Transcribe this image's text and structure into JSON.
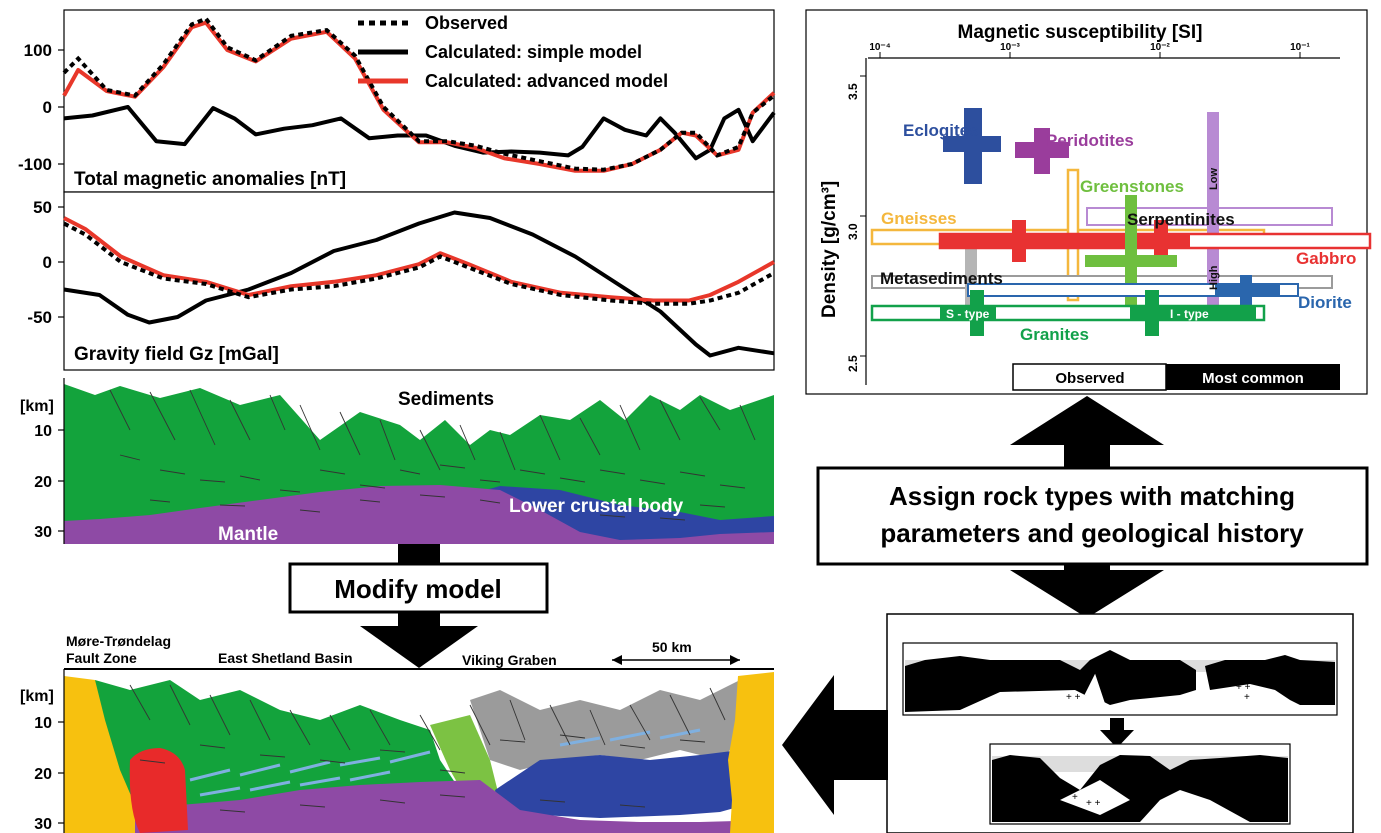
{
  "magnetics": {
    "legend": {
      "observed": "Observed",
      "simple": "Calculated: simple model",
      "advanced": "Calculated: advanced model"
    },
    "title": "Total magnetic anomalies [nT]",
    "ticks": [
      "100",
      "0",
      "-100"
    ],
    "observed": [
      [
        0,
        60
      ],
      [
        2,
        85
      ],
      [
        6,
        30
      ],
      [
        10,
        20
      ],
      [
        14,
        75
      ],
      [
        18,
        145
      ],
      [
        20,
        155
      ],
      [
        23,
        105
      ],
      [
        27,
        82
      ],
      [
        32,
        125
      ],
      [
        37,
        135
      ],
      [
        41,
        90
      ],
      [
        45,
        0
      ],
      [
        50,
        -60
      ],
      [
        54,
        -60
      ],
      [
        58,
        -68
      ],
      [
        62,
        -82
      ],
      [
        67,
        -95
      ],
      [
        72,
        -108
      ],
      [
        76,
        -110
      ],
      [
        80,
        -100
      ],
      [
        84,
        -75
      ],
      [
        87,
        -45
      ],
      [
        89,
        -45
      ],
      [
        92,
        -85
      ],
      [
        95,
        -70
      ],
      [
        97,
        -10
      ],
      [
        100,
        20
      ]
    ],
    "simple": [
      [
        0,
        -20
      ],
      [
        4,
        -15
      ],
      [
        9,
        0
      ],
      [
        13,
        -60
      ],
      [
        17,
        -65
      ],
      [
        21,
        -2
      ],
      [
        24,
        -20
      ],
      [
        27,
        -48
      ],
      [
        31,
        -38
      ],
      [
        35,
        -32
      ],
      [
        39,
        -20
      ],
      [
        43,
        -55
      ],
      [
        47,
        -50
      ],
      [
        51,
        -50
      ],
      [
        55,
        -68
      ],
      [
        59,
        -80
      ],
      [
        63,
        -78
      ],
      [
        67,
        -80
      ],
      [
        71,
        -85
      ],
      [
        73,
        -70
      ],
      [
        76,
        -20
      ],
      [
        79,
        -40
      ],
      [
        82,
        -50
      ],
      [
        84,
        -20
      ],
      [
        86,
        -45
      ],
      [
        89,
        -90
      ],
      [
        91,
        -75
      ],
      [
        93,
        -20
      ],
      [
        95,
        -5
      ],
      [
        97,
        -60
      ],
      [
        100,
        -10
      ]
    ],
    "advanced": [
      [
        0,
        20
      ],
      [
        2,
        65
      ],
      [
        6,
        28
      ],
      [
        10,
        18
      ],
      [
        14,
        70
      ],
      [
        18,
        140
      ],
      [
        20,
        148
      ],
      [
        23,
        100
      ],
      [
        27,
        80
      ],
      [
        32,
        120
      ],
      [
        37,
        132
      ],
      [
        41,
        85
      ],
      [
        45,
        -5
      ],
      [
        50,
        -62
      ],
      [
        54,
        -62
      ],
      [
        58,
        -72
      ],
      [
        62,
        -90
      ],
      [
        67,
        -100
      ],
      [
        72,
        -112
      ],
      [
        76,
        -112
      ],
      [
        80,
        -100
      ],
      [
        84,
        -75
      ],
      [
        87,
        -45
      ],
      [
        89,
        -50
      ],
      [
        92,
        -85
      ],
      [
        95,
        -75
      ],
      [
        97,
        -10
      ],
      [
        100,
        25
      ]
    ]
  },
  "gravity": {
    "title": "Gravity field Gz [mGal]",
    "ticks": [
      "50",
      "0",
      "-50"
    ],
    "observed": [
      [
        0,
        35
      ],
      [
        3,
        25
      ],
      [
        8,
        0
      ],
      [
        14,
        -15
      ],
      [
        20,
        -20
      ],
      [
        26,
        -32
      ],
      [
        32,
        -25
      ],
      [
        38,
        -22
      ],
      [
        44,
        -15
      ],
      [
        50,
        -5
      ],
      [
        53,
        5
      ],
      [
        57,
        -5
      ],
      [
        63,
        -20
      ],
      [
        70,
        -30
      ],
      [
        77,
        -35
      ],
      [
        83,
        -38
      ],
      [
        88,
        -38
      ],
      [
        91,
        -35
      ],
      [
        95,
        -28
      ],
      [
        100,
        -10
      ]
    ],
    "simple": [
      [
        0,
        -25
      ],
      [
        5,
        -30
      ],
      [
        9,
        -48
      ],
      [
        12,
        -55
      ],
      [
        16,
        -50
      ],
      [
        20,
        -35
      ],
      [
        26,
        -25
      ],
      [
        32,
        -10
      ],
      [
        38,
        10
      ],
      [
        44,
        20
      ],
      [
        50,
        35
      ],
      [
        55,
        45
      ],
      [
        60,
        40
      ],
      [
        66,
        25
      ],
      [
        72,
        5
      ],
      [
        78,
        -20
      ],
      [
        84,
        -45
      ],
      [
        89,
        -75
      ],
      [
        91,
        -85
      ],
      [
        95,
        -78
      ],
      [
        100,
        -83
      ]
    ],
    "advanced": [
      [
        0,
        40
      ],
      [
        3,
        30
      ],
      [
        8,
        5
      ],
      [
        14,
        -12
      ],
      [
        20,
        -18
      ],
      [
        26,
        -30
      ],
      [
        32,
        -22
      ],
      [
        38,
        -18
      ],
      [
        44,
        -12
      ],
      [
        50,
        -2
      ],
      [
        53,
        8
      ],
      [
        57,
        -2
      ],
      [
        63,
        -18
      ],
      [
        70,
        -28
      ],
      [
        77,
        -32
      ],
      [
        83,
        -35
      ],
      [
        88,
        -35
      ],
      [
        91,
        -30
      ],
      [
        95,
        -18
      ],
      [
        100,
        0
      ]
    ]
  },
  "section_top": {
    "km": "[km]",
    "ticks": [
      "10",
      "20",
      "30"
    ],
    "labels": {
      "sediments": "Sediments",
      "lower_crust": "Lower crustal body",
      "mantle": "Mantle"
    }
  },
  "modify_label": "Modify model",
  "section_bottom": {
    "km": "[km]",
    "ticks": [
      "10",
      "20",
      "30"
    ],
    "labels": {
      "more1": "Møre-Trøndelag",
      "more2": "Fault Zone",
      "esb": "East Shetland Basin",
      "vg": "Viking Graben",
      "scale": "50 km"
    }
  },
  "petro": {
    "title": "Magnetic susceptibility [SI]",
    "ylabel": "Density [g/cm³]",
    "xticks": [
      "10⁻⁴",
      "10⁻³",
      "10⁻²",
      "10⁻¹"
    ],
    "yticks": [
      "3.5",
      "3.0",
      "2.5"
    ],
    "rocks": {
      "eclogites": "Eclogites",
      "peridotites": "Peridotites",
      "greenstones": "Greenstones",
      "gneisses": "Gneisses",
      "serpentinites": "Serpentinites",
      "gabbro": "Gabbro",
      "metasediments": "Metasediments",
      "diorite": "Diorite",
      "stype": "S - type",
      "itype": "I - type",
      "granites": "Granites",
      "low": "Low",
      "high": "High"
    },
    "legend": {
      "observed": "Observed",
      "common": "Most common"
    }
  },
  "assign": {
    "line1": "Assign rock types with matching",
    "line2": "parameters and geological history"
  },
  "colors": {
    "observed_line": "#000000",
    "simple_line": "#000000",
    "advanced_line": "#e8372a",
    "green": "#13a33c",
    "purple": "#8e4aa5",
    "blue": "#2e45a3",
    "yellow": "#f7c10f",
    "red": "#e82a2a",
    "gray": "#9b9b9b",
    "eclogites": "#2d4f9e",
    "peridotites": "#9a3d9c",
    "greenstones": "#6fbf3f",
    "gneisses": "#f4b73d",
    "gabbro": "#e83232",
    "diorite": "#2a66ad",
    "granites": "#12a14a",
    "serpentinites": "#b88ad3"
  }
}
